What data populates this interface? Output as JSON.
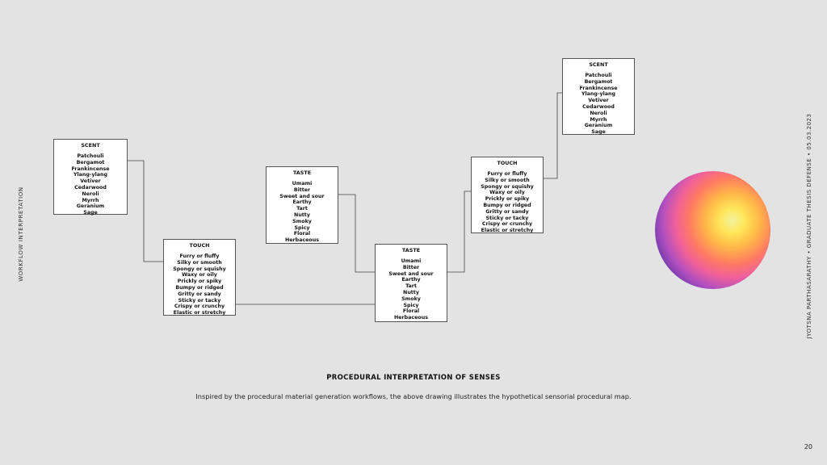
{
  "side_left": "WORKFLOW INTERPRETATION",
  "side_right": "JYOTSNA PARTHASARATHY • GRADUATE THESIS DEFENSE • 05.03.2023",
  "caption_title": "PROCEDURAL INTERPRETATION OF SENSES",
  "caption_text": "Inspired by the procedural material generation workflows, the above drawing illustrates the hypothetical sensorial procedural map.",
  "page_number": "20",
  "colors": {
    "background": "#e3e3e3",
    "connector_dot": "#1f3a8a",
    "line": "#444444"
  },
  "nodes": [
    {
      "id": "scent1",
      "title": "SCENT",
      "items": [
        "Patchouli",
        "Bergamot",
        "Frankincense",
        "Ylang-ylang",
        "Vetiver",
        "Cedarwood",
        "Neroli",
        "Myrrh",
        "Geranium",
        "Sage"
      ]
    },
    {
      "id": "touch1",
      "title": "TOUCH",
      "items": [
        "Furry or fluffy",
        "Silky or smooth",
        "Spongy or squishy",
        "Waxy or oily",
        "Prickly or spiky",
        "Bumpy or ridged",
        "Gritty or sandy",
        "Sticky or tacky",
        "Crispy or crunchy",
        "Elastic or stretchy"
      ]
    },
    {
      "id": "taste1",
      "title": "TASTE",
      "items": [
        "Umami",
        "Bitter",
        "Sweet and sour",
        "Earthy",
        "Tart",
        "Nutty",
        "Smoky",
        "Spicy",
        "Floral",
        "Herbaceous"
      ]
    },
    {
      "id": "taste2",
      "title": "TASTE",
      "items": [
        "Umami",
        "Bitter",
        "Sweet and sour",
        "Earthy",
        "Tart",
        "Nutty",
        "Smoky",
        "Spicy",
        "Floral",
        "Herbaceous"
      ]
    },
    {
      "id": "touch2",
      "title": "TOUCH",
      "items": [
        "Furry or fluffy",
        "Silky or smooth",
        "Spongy or squishy",
        "Waxy or oily",
        "Prickly or spiky",
        "Bumpy or ridged",
        "Gritty or sandy",
        "Sticky or tacky",
        "Crispy or crunchy",
        "Elastic or stretchy"
      ]
    },
    {
      "id": "scent2",
      "title": "SCENT",
      "items": [
        "Patchouli",
        "Bergamot",
        "Frankincense",
        "Ylang-ylang",
        "Vetiver",
        "Cedarwood",
        "Neroli",
        "Myrrh",
        "Geranium",
        "Sage"
      ]
    }
  ]
}
